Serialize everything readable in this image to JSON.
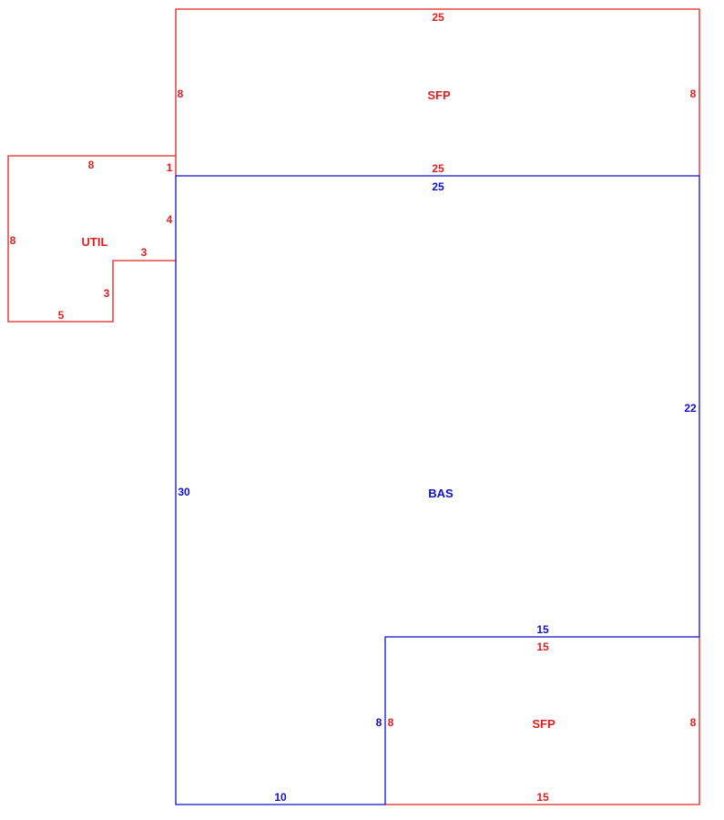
{
  "colors": {
    "red": "#e02020",
    "blue": "#1010c8"
  },
  "areas": {
    "sfp_top": {
      "label": "SFP",
      "dims": {
        "top": "25",
        "left": "8",
        "right": "8",
        "bottom": "25"
      }
    },
    "util": {
      "label": "UTIL",
      "dims": {
        "top": "8",
        "left": "8",
        "bottom": "5",
        "notch_vertical": "3",
        "notch_horizontal": "3",
        "upper_segment": "1",
        "side_segment": "4"
      }
    },
    "bas": {
      "label": "BAS",
      "dims": {
        "top": "25",
        "left": "30",
        "right": "22",
        "notch_top": "15",
        "notch_side": "8",
        "bottom": "10"
      }
    },
    "sfp_bottom": {
      "label": "SFP",
      "dims": {
        "top": "15",
        "left": "8",
        "right": "8",
        "bottom": "15"
      }
    }
  }
}
